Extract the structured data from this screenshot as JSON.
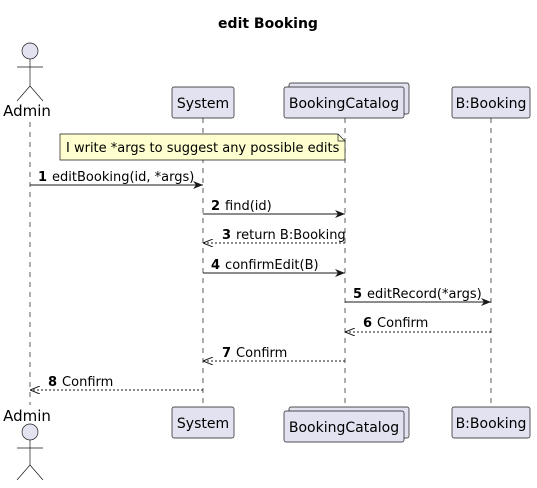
{
  "title": "edit Booking",
  "participants": {
    "admin": "Admin",
    "system": "System",
    "catalog": "BookingCatalog",
    "booking": "B:Booking"
  },
  "note": "I write *args to suggest any possible edits",
  "messages": [
    {
      "num": "1",
      "text": "editBooking(id, *args)"
    },
    {
      "num": "2",
      "text": "find(id)"
    },
    {
      "num": "3",
      "text": "return B:Booking"
    },
    {
      "num": "4",
      "text": "confirmEdit(B)"
    },
    {
      "num": "5",
      "text": "editRecord(*args)"
    },
    {
      "num": "6",
      "text": "Confirm"
    },
    {
      "num": "7",
      "text": "Confirm"
    },
    {
      "num": "8",
      "text": "Confirm"
    }
  ],
  "colors": {
    "participant_fill": "#e2e2f0",
    "note_fill": "#fefece",
    "stroke": "#181818"
  }
}
